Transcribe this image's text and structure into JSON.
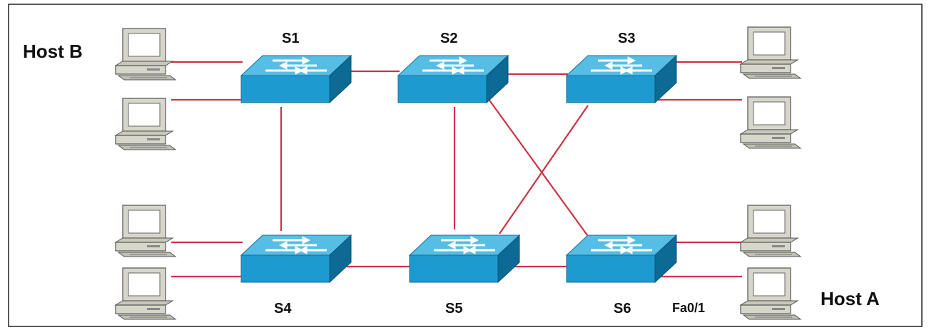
{
  "diagram": {
    "switches": [
      {
        "id": "S1",
        "label": "S1"
      },
      {
        "id": "S2",
        "label": "S2"
      },
      {
        "id": "S3",
        "label": "S3"
      },
      {
        "id": "S4",
        "label": "S4"
      },
      {
        "id": "S5",
        "label": "S5"
      },
      {
        "id": "S6",
        "label": "S6"
      }
    ],
    "hosts": {
      "host_b": "Host B",
      "host_a": "Host A"
    },
    "port_label": "Fa0/1",
    "links": [
      [
        "S1",
        "S2"
      ],
      [
        "S2",
        "S3"
      ],
      [
        "S1",
        "S4"
      ],
      [
        "S2",
        "S5"
      ],
      [
        "S4",
        "S5"
      ],
      [
        "S5",
        "S6"
      ],
      [
        "S2",
        "S6"
      ],
      [
        "S3",
        "S5"
      ]
    ],
    "colors": {
      "link": "#cc3344",
      "switch_top": "#4cb8e0",
      "switch_front": "#1e9ad0",
      "switch_side": "#0d6e98",
      "pc_body": "#d8d8cc"
    }
  }
}
